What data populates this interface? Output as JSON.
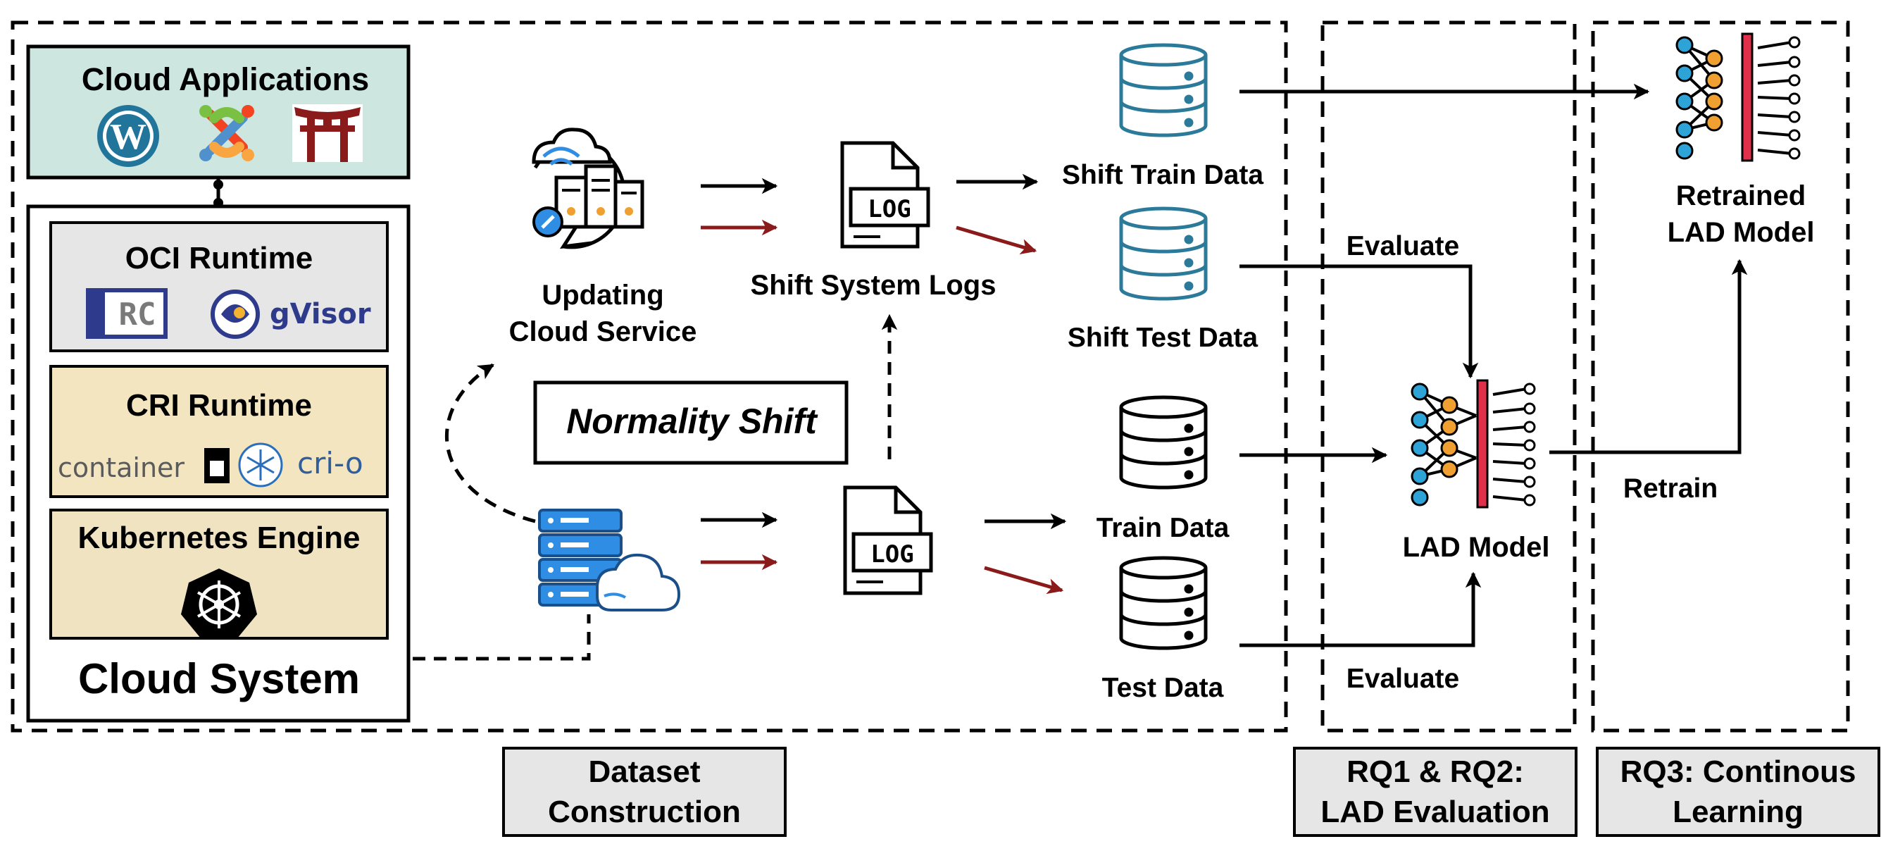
{
  "cloud_applications": {
    "title": "Cloud Applications",
    "icons": [
      "wordpress-icon",
      "joomla-icon",
      "torii-app-icon"
    ]
  },
  "oci_runtime": {
    "title": "OCI Runtime",
    "logo_text": "gVisor"
  },
  "cri_runtime": {
    "title": "CRI Runtime",
    "logo_text_1": "container",
    "logo_text_2": "cri-o"
  },
  "kubernetes_engine": {
    "title": "Kubernetes Engine"
  },
  "cloud_system": {
    "title": "Cloud System"
  },
  "updating_service": {
    "line1": "Updating",
    "line2": "Cloud Service"
  },
  "normality_shift": {
    "label": "Normality Shift"
  },
  "shift_logs": {
    "label": "Shift System Logs",
    "icon_text": "LOG"
  },
  "logs": {
    "icon_text": "LOG"
  },
  "data": {
    "shift_train": "Shift Train Data",
    "shift_test": "Shift Test Data",
    "train": "Train Data",
    "test": "Test Data"
  },
  "edges": {
    "evaluate_top": "Evaluate",
    "evaluate_bottom": "Evaluate",
    "retrain": "Retrain"
  },
  "lad_model": {
    "label": "LAD Model"
  },
  "retrained_model": {
    "line1": "Retrained",
    "line2": "LAD Model"
  },
  "sections": {
    "dataset": {
      "line1": "Dataset",
      "line2": "Construction"
    },
    "rq12": {
      "line1": "RQ1 & RQ2:",
      "line2": "LAD Evaluation"
    },
    "rq3": {
      "line1": "RQ3: Continous",
      "line2": "Learning"
    }
  },
  "colors": {
    "app_bg": "#cde6df",
    "oci_bg": "#e6e6e6",
    "cri_bg": "#f3e5c0",
    "k8s_bg": "#f0e3c2",
    "section_bg": "#e6e6e6",
    "red_arrow": "#8b1a1a",
    "db_blue": "#2b7a9a",
    "server_blue": "#2f8de4",
    "nn_blue": "#2ea3d8",
    "nn_orange": "#f0a030",
    "nn_red": "#e0304a"
  }
}
